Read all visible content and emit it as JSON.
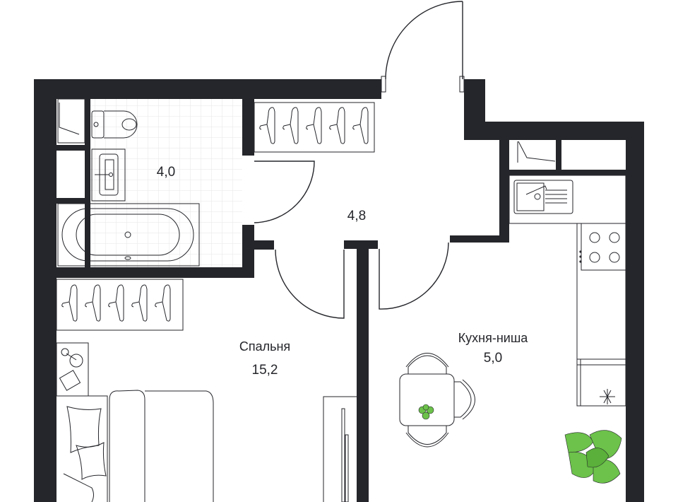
{
  "plan": {
    "rooms": [
      {
        "id": "bathroom",
        "area": "4,0"
      },
      {
        "id": "hallway",
        "area": "4,8"
      },
      {
        "id": "bedroom",
        "name": "Спальня",
        "area": "15,2"
      },
      {
        "id": "kitchen",
        "name": "Кухня-ниша",
        "area": "5,0"
      }
    ],
    "colors": {
      "wall": "#25262b",
      "plant": "#6cc24a",
      "tile_grid": "#e6e6e6"
    }
  }
}
